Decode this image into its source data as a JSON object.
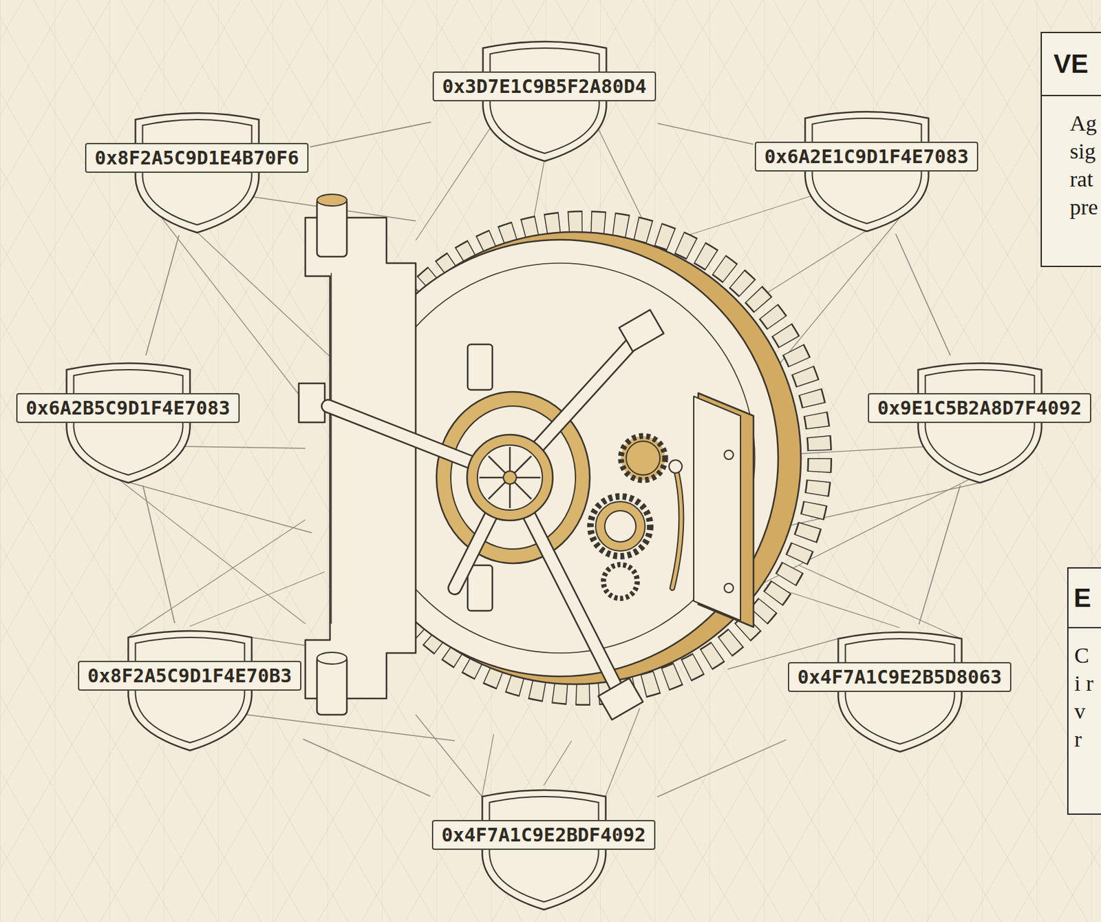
{
  "diagram": {
    "nodes": [
      {
        "text": [
          "0x3D7E1C9B5F2A80D4"
        ]
      },
      {
        "text": [
          "0x8F2A5C9D1E4B70F6"
        ]
      },
      {
        "text": [
          "0x6A2E1C9D1F4E7083"
        ]
      },
      {
        "text": [
          "0x6A2B5C9D1F4E7083"
        ]
      },
      {
        "text": [
          "0x9E1C5B2A8D7F4092"
        ]
      },
      {
        "text": [
          "0x8F2A5C9D1F4E70B3"
        ]
      },
      {
        "text": [
          "0x4F7A1C9E2B5D8063"
        ]
      },
      {
        "text": [
          "0x4F7A1C9E2BDF4092"
        ]
      },
      {
        "text": [
          "VE",
          "Ag sig rat pre"
        ]
      },
      {
        "text": [
          "E",
          "C i r v r"
        ]
      }
    ],
    "edges": [
      {
        "from": 0,
        "to": 1,
        "arrow": "none"
      },
      {
        "from": 1,
        "to": 3,
        "arrow": "none"
      },
      {
        "from": 3,
        "to": 5,
        "arrow": "none"
      },
      {
        "from": 5,
        "to": 7,
        "arrow": "none"
      },
      {
        "from": 7,
        "to": 6,
        "arrow": "none"
      },
      {
        "from": 6,
        "to": 4,
        "arrow": "none"
      },
      {
        "from": 4,
        "to": 2,
        "arrow": "none"
      },
      {
        "from": 2,
        "to": 0,
        "arrow": "none"
      }
    ]
  }
}
